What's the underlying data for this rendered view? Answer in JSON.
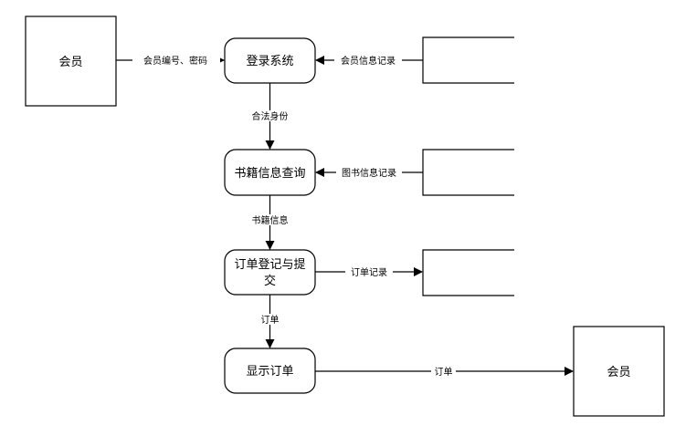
{
  "diagram": {
    "entities": {
      "member_top": "会员",
      "member_bottom": "会员"
    },
    "processes": {
      "login": "登录系统",
      "book_query": "书籍信息查询",
      "order_submit_line1": "订单登记与提",
      "order_submit_line2": "交",
      "show_order": "显示订单"
    },
    "flows": {
      "member_to_login": "会员编号、密码",
      "store_member_to_login": "会员信息记录",
      "login_to_query": "合法身份",
      "store_book_to_query": "图书信息记录",
      "query_to_order": "书籍信息",
      "order_to_store": "订单记录",
      "order_to_show": "订单",
      "show_to_member": "订单"
    }
  }
}
